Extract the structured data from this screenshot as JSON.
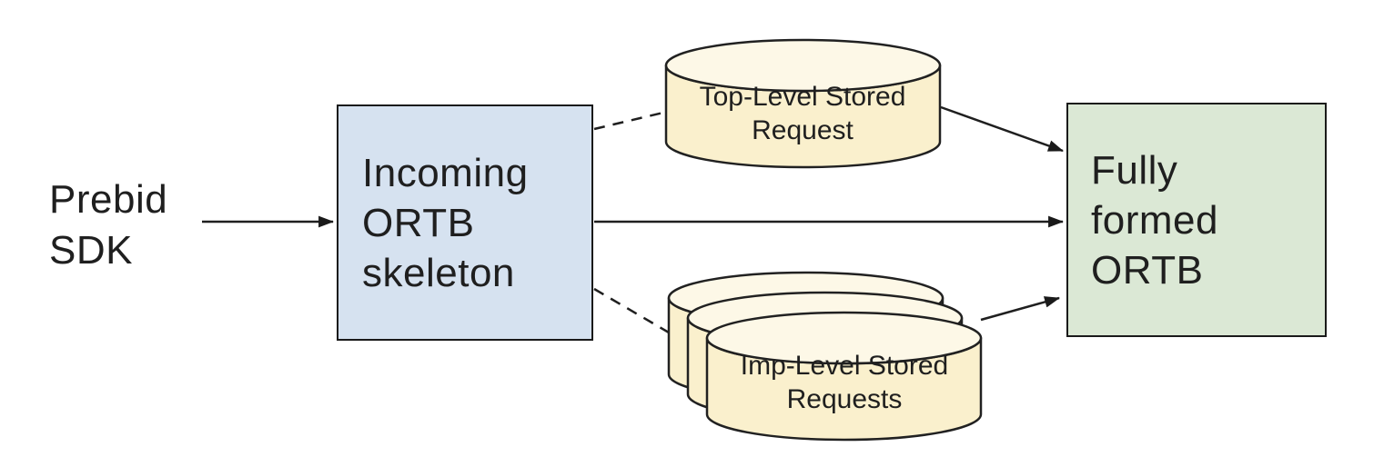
{
  "diagram": {
    "title": "Stored request expansion flow",
    "background_color": "#ffffff",
    "nodes": {
      "prebid_sdk": {
        "label": "Prebid\nSDK",
        "type": "text"
      },
      "incoming_ortb": {
        "label": "Incoming\nORTB\nskeleton",
        "type": "rectangle",
        "fill": "#d6e2f0",
        "border": "#1a1a1a"
      },
      "top_level_stored_request": {
        "label": "Top-Level Stored\nRequest",
        "type": "cylinder",
        "fill": "#faf0cd",
        "lid_fill": "#fdf8e7",
        "border": "#212121"
      },
      "imp_level_stored_requests": {
        "label": "Imp-Level Stored\nRequests",
        "type": "stacked-cylinders",
        "stack_count": 3,
        "fill": "#faf0cd",
        "lid_fill": "#fdf8e7",
        "border": "#212121"
      },
      "fully_formed_ortb": {
        "label": "Fully\nformed\nORTB",
        "type": "rectangle",
        "fill": "#dbe8d5",
        "border": "#1a1a1a"
      }
    },
    "edges": [
      {
        "from": "prebid_sdk",
        "to": "incoming_ortb",
        "style": "solid",
        "arrowhead": true
      },
      {
        "from": "incoming_ortb",
        "to": "top_level_stored_request",
        "style": "dashed",
        "arrowhead": false
      },
      {
        "from": "top_level_stored_request",
        "to": "fully_formed_ortb",
        "style": "solid",
        "arrowhead": true
      },
      {
        "from": "incoming_ortb",
        "to": "fully_formed_ortb",
        "style": "solid",
        "arrowhead": true
      },
      {
        "from": "incoming_ortb",
        "to": "imp_level_stored_requests",
        "style": "dashed",
        "arrowhead": false
      },
      {
        "from": "imp_level_stored_requests",
        "to": "fully_formed_ortb",
        "style": "solid",
        "arrowhead": true
      }
    ],
    "line_color": "#1f1f1f"
  }
}
